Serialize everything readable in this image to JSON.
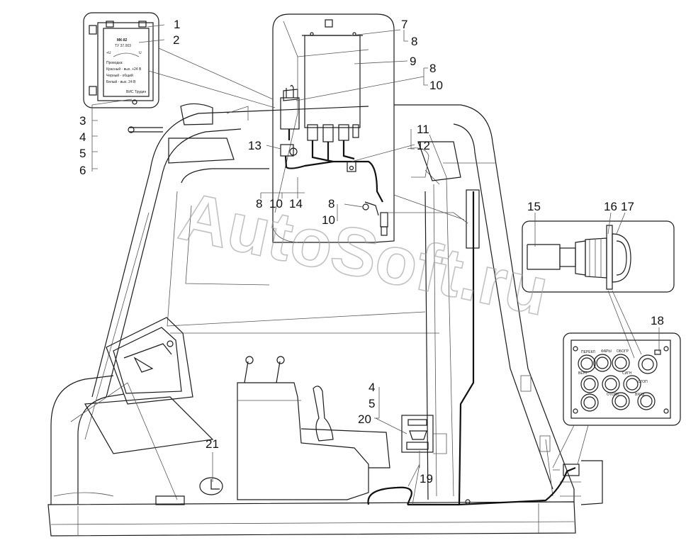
{
  "watermark": "AutoSoft.ru",
  "relay_label": {
    "model": "МК-82",
    "code": "ТУ 37.003",
    "scale_left": "+U",
    "scale_right": "U",
    "lines": [
      "Проводка:",
      "Красный - вых. +24 В",
      "Черный - общий",
      "Белый - вых. 24 В",
      "ВИС Трудин"
    ]
  },
  "panel_labels": [
    "ПЕРЕКЛ",
    "ФАРЫ",
    "ОБОГР",
    "ВЕНТ",
    "СИГН",
    "СТОП",
    "ОТОПЛ",
    "ВХОД"
  ],
  "callouts": {
    "c1": "1",
    "c2": "2",
    "c3": "3",
    "c4": "4",
    "c5": "5",
    "c6": "6",
    "c7": "7",
    "c8a": "8",
    "c9": "9",
    "c8b": "8",
    "c10a": "10",
    "c11": "11",
    "c12": "12",
    "c13": "13",
    "c8c": "8",
    "c10b": "10",
    "c14": "14",
    "c8d": "8",
    "c10c": "10",
    "c15": "15",
    "c16": "16",
    "c17": "17",
    "c18": "18",
    "c4b": "4",
    "c5b": "5",
    "c20": "20",
    "c19": "19",
    "c21": "21"
  }
}
